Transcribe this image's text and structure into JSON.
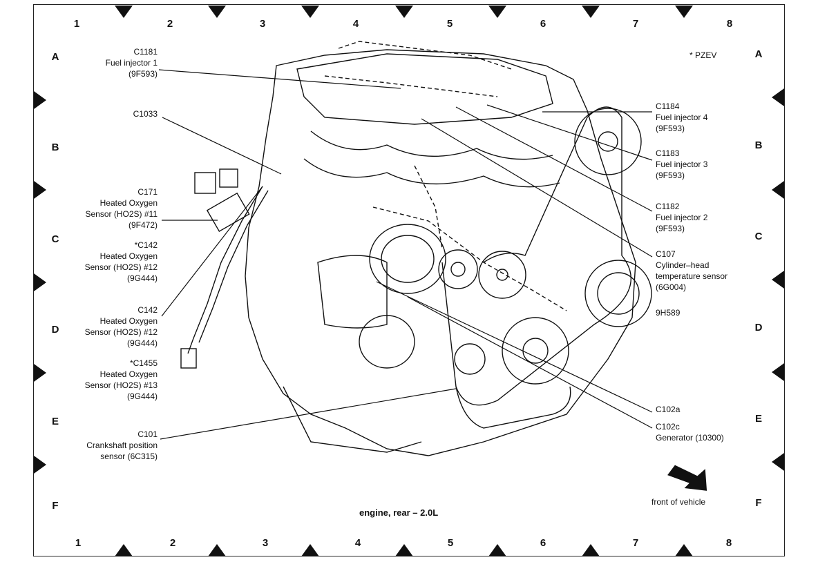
{
  "grid": {
    "columns": [
      "1",
      "2",
      "3",
      "4",
      "5",
      "6",
      "7",
      "8"
    ],
    "rows": [
      "A",
      "B",
      "C",
      "D",
      "E",
      "F"
    ]
  },
  "note": "* PZEV",
  "caption": "engine, rear – 2.0L",
  "front_label": "front of vehicle",
  "left_callouts": [
    {
      "id": "c1181",
      "lines": [
        "C1181",
        "Fuel injector 1",
        "(9F593)"
      ]
    },
    {
      "id": "c1033",
      "lines": [
        "C1033"
      ]
    },
    {
      "id": "c171",
      "lines": [
        "C171",
        "Heated Oxygen",
        "Sensor (HO2S) #11",
        "(9F472)"
      ]
    },
    {
      "id": "c142pzev",
      "lines": [
        "*C142",
        "Heated Oxygen",
        "Sensor (HO2S) #12",
        "(9G444)"
      ]
    },
    {
      "id": "c142",
      "lines": [
        "C142",
        "Heated Oxygen",
        "Sensor (HO2S) #12",
        "(9G444)"
      ]
    },
    {
      "id": "c1455",
      "lines": [
        "*C1455",
        "Heated Oxygen",
        "Sensor (HO2S) #13",
        "(9G444)"
      ]
    },
    {
      "id": "c101",
      "lines": [
        "C101",
        "Crankshaft position",
        "sensor (6C315)"
      ]
    }
  ],
  "right_callouts": [
    {
      "id": "c1184",
      "lines": [
        "C1184",
        "Fuel injector 4",
        "(9F593)"
      ]
    },
    {
      "id": "c1183",
      "lines": [
        "C1183",
        "Fuel injector 3",
        "(9F593)"
      ]
    },
    {
      "id": "c1182",
      "lines": [
        "C1182",
        "Fuel injector 2",
        "(9F593)"
      ]
    },
    {
      "id": "c107",
      "lines": [
        "C107",
        "Cylinder–head",
        "temperature sensor",
        "(6G004)"
      ]
    },
    {
      "id": "9h589",
      "lines": [
        "9H589"
      ]
    },
    {
      "id": "c102a",
      "lines": [
        "C102a"
      ]
    },
    {
      "id": "c102c",
      "lines": [
        "C102c",
        "Generator (10300)"
      ]
    }
  ],
  "colors": {
    "ink": "#111111",
    "paper": "#ffffff"
  }
}
